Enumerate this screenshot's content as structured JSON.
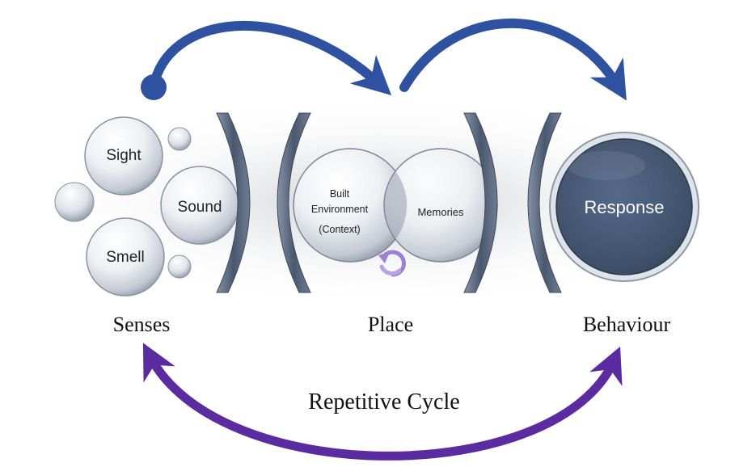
{
  "senses": {
    "caption": "Senses",
    "bubbles": [
      "Sight",
      "Sound",
      "Smell"
    ]
  },
  "place": {
    "caption": "Place",
    "left_circle_lines": [
      "Built",
      "Environment",
      "(Context)"
    ],
    "right_circle": "Memories"
  },
  "behaviour": {
    "caption": "Behaviour",
    "response": "Response"
  },
  "cycle_label": "Repetitive Cycle",
  "icons": {
    "top_arrows": "curved-arrow-icon",
    "bottom_arrow": "double-headed-curved-arrow-icon",
    "loop": "refresh-loop-icon"
  },
  "colors": {
    "top_arrow": "#2f52a0",
    "bottom_arrow": "#5b2ca0",
    "response_fill": "#465a72",
    "bracket": "#4f5e74",
    "loop_icon": "#9b7fd0"
  }
}
